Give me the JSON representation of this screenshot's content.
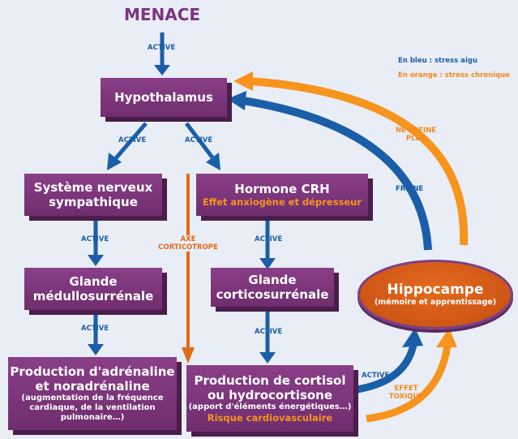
{
  "title": "MENACE",
  "legend": {
    "blue": "En bleu : stress aigu",
    "orange": "En orange : stress chronique"
  },
  "colors": {
    "box": "#7b3380",
    "blue_arrow": "#1b5ea8",
    "orange_arrow": "#f7941d",
    "hippocampe": "#d65b16",
    "background": "#e9edf5"
  },
  "nodes": {
    "hypothalamus": {
      "label": "Hypothalamus"
    },
    "sympathique": {
      "line1": "Système nerveux",
      "line2": "sympathique"
    },
    "crh": {
      "label": "Hormone CRH",
      "effect": "Effet anxiogène et dépresseur"
    },
    "medullo": {
      "line1": "Glande",
      "line2": "médullosurrénale"
    },
    "cortico": {
      "line1": "Glande",
      "line2": "corticosurrénale"
    },
    "adrenaline": {
      "line1": "Production d'adrénaline",
      "line2": "et noradrénaline",
      "detail1": "(augmentation de la fréquence",
      "detail2": "cardiaque, de la ventilation",
      "detail3": "pulmonaire…)"
    },
    "cortisol": {
      "line1": "Production de cortisol",
      "line2": "ou hydrocortisone",
      "detail": "(apport d'éléments énergétiques…)",
      "risk": "Risque cardiovasculaire"
    },
    "hippocampe": {
      "label": "Hippocampe",
      "sub": "(mémoire et apprentissage)"
    }
  },
  "edge_labels": {
    "active": "ACTIVE",
    "axe_line1": "AXE",
    "axe_line2": "CORTICOTROPE",
    "freine": "FREINE",
    "ne_freine_line1": "NE FREINE",
    "ne_freine_line2": "PLUS",
    "effet_line1": "EFFET",
    "effet_line2": "TOXIQUE"
  }
}
